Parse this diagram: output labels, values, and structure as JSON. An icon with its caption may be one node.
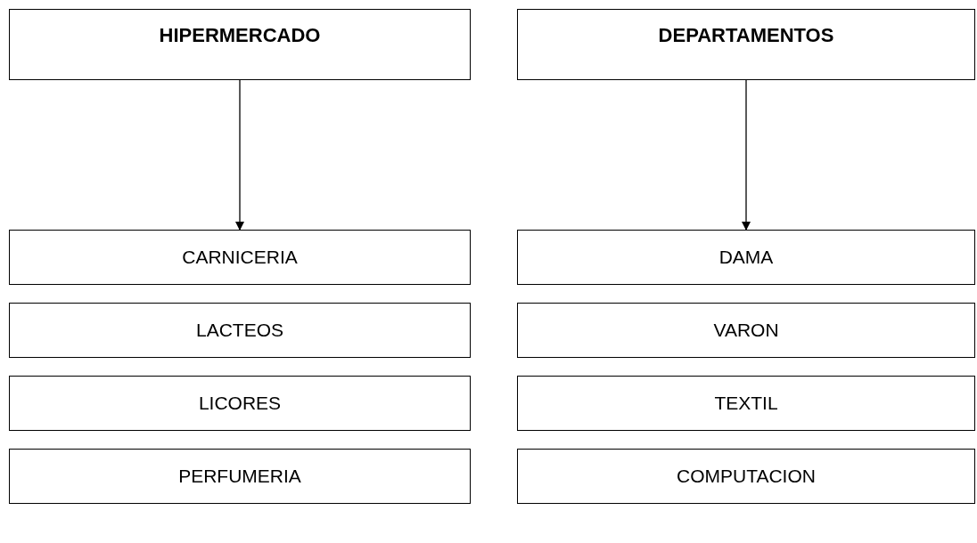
{
  "diagram": {
    "nodes": [
      {
        "text": [
          "HIPERMERCADO"
        ]
      },
      {
        "text": [
          "DEPARTAMENTOS"
        ]
      },
      {
        "text": [
          "CARNICERIA"
        ]
      },
      {
        "text": [
          "LACTEOS"
        ]
      },
      {
        "text": [
          "LICORES"
        ]
      },
      {
        "text": [
          "PERFUMERIA"
        ]
      },
      {
        "text": [
          "DAMA"
        ]
      },
      {
        "text": [
          "VARON"
        ]
      },
      {
        "text": [
          "TEXTIL"
        ]
      },
      {
        "text": [
          "COMPUTACION"
        ]
      }
    ],
    "edges": [
      {
        "from": 0,
        "to": 2,
        "arrow": "to"
      },
      {
        "from": 1,
        "to": 6,
        "arrow": "to"
      }
    ]
  }
}
